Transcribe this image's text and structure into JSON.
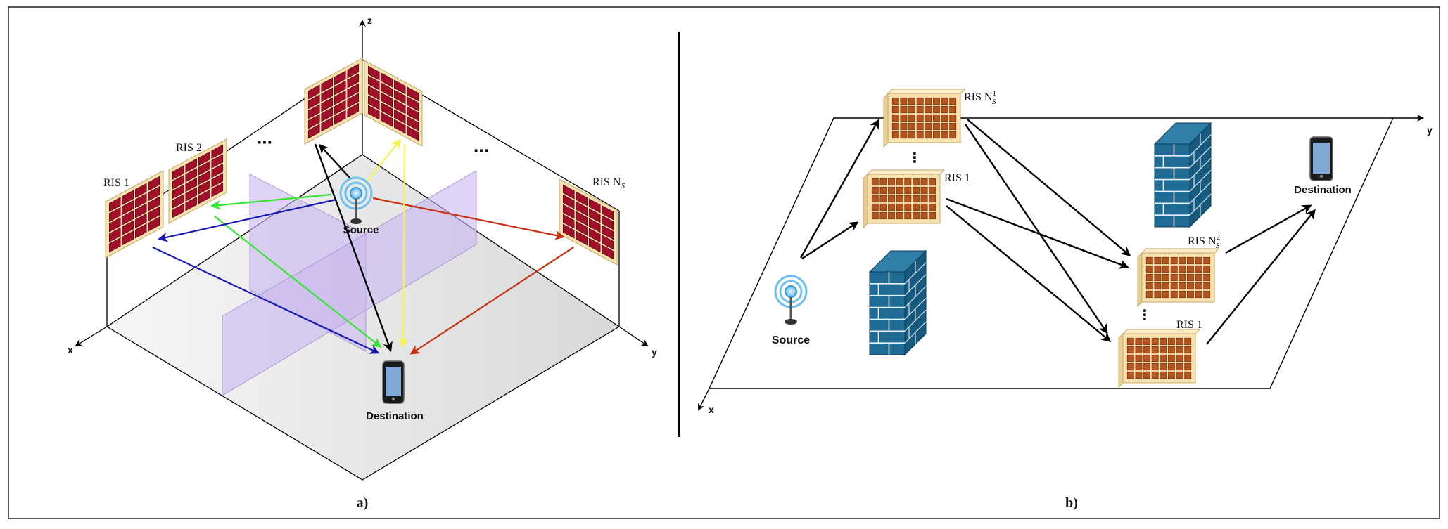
{
  "panel_a": {
    "caption": "a)",
    "axes": {
      "x": "x",
      "y": "y",
      "z": "z"
    },
    "labels": {
      "ris1": "RIS 1",
      "ris2": "RIS 2",
      "risn_main": "RIS N",
      "risn_sub": "S",
      "ellipsis": "⋯",
      "source": "Source",
      "destination": "Destination"
    }
  },
  "panel_b": {
    "caption": "b)",
    "axes": {
      "x": "x",
      "y": "y"
    },
    "labels": {
      "ris_top_main": "RIS N",
      "ris_top_sub": "S",
      "ris_top_sup": "1",
      "ris1_left": "RIS 1",
      "ris_mid_main": "RIS N",
      "ris_mid_sub": "S",
      "ris_mid_sup": "2",
      "ris1_right": "RIS 1",
      "vdots": "⋮",
      "source": "Source",
      "destination": "Destination"
    }
  },
  "colors": {
    "ris_frame": "#f6e2b0",
    "ris_panel_a": "#a0102a",
    "ris_element_b": "#b3541e",
    "wall": "#1f6b93",
    "arrow_blue": "#1a1ab0",
    "arrow_green": "#33e633",
    "arrow_yellow": "#f5f54a",
    "arrow_red": "#c83010",
    "arrow_black": "#000000",
    "screen": "#c9b8f0"
  }
}
